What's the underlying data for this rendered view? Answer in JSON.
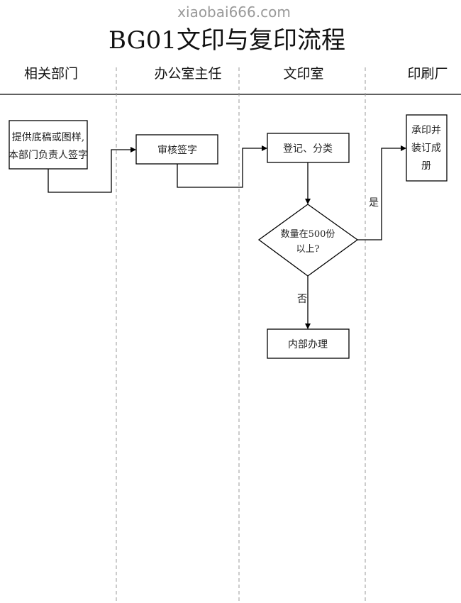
{
  "title": "BG01文印与复印流程",
  "watermark": "xiaobai666.com",
  "lanes": [
    "相关部门",
    "办公室主任",
    "文印室",
    "印刷厂"
  ],
  "nodes": {
    "submit": [
      "提供底稿或图样,",
      "本部门负责人签字"
    ],
    "review": "审核签字",
    "register": "登记、分类",
    "decision": [
      "数量在500份",
      "以上?"
    ],
    "print": [
      "承印并",
      "装订成",
      "册"
    ],
    "internal": "内部办理"
  },
  "edge_labels": {
    "yes": "是",
    "no": "否"
  }
}
